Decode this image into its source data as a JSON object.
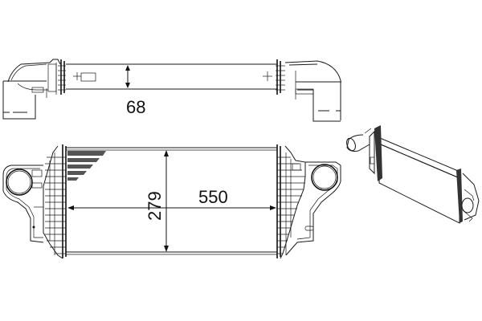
{
  "drawing": {
    "subject": "Intercooler technical drawing",
    "views": {
      "top": {
        "label": "top-view"
      },
      "front": {
        "label": "front-view"
      },
      "iso": {
        "label": "isometric-view"
      }
    },
    "dimensions": {
      "depth": "68",
      "height": "279",
      "width": "550"
    },
    "colors": {
      "line": "#1a1a1a",
      "background": "#ffffff"
    }
  }
}
